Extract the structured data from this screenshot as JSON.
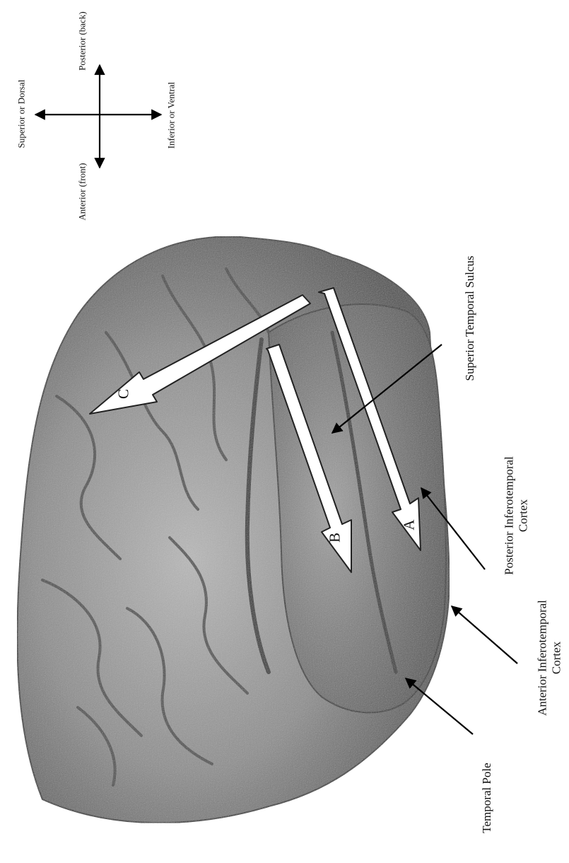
{
  "compass": {
    "superior": "Superior or Dorsal",
    "inferior": "Inferior or Ventral",
    "anterior": "Anterior (front)",
    "posterior": "Posterior (back)"
  },
  "arrows": {
    "a": "A",
    "b": "B",
    "c": "C"
  },
  "labels": {
    "superior_temporal_sulcus": "Superior Temporal Sulcus",
    "posterior_it_line1": "Posterior Inferotemporal",
    "posterior_it_line2": "Cortex",
    "anterior_it_line1": "Anterior Inferotemporal",
    "anterior_it_line2": "Cortex",
    "temporal_pole": "Temporal Pole"
  }
}
